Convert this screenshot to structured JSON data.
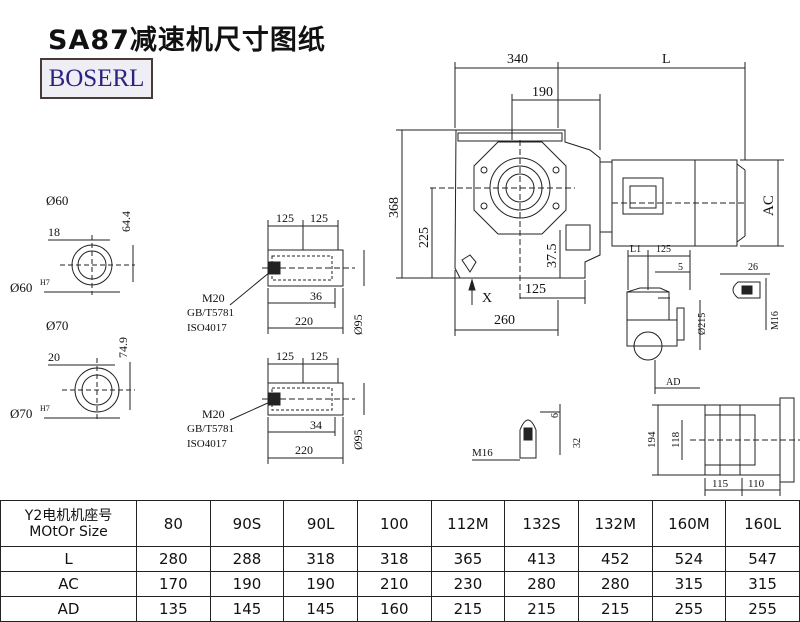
{
  "title": "SA87减速机尺寸图纸",
  "brand": "BOSERL",
  "labels": {
    "d340": "340",
    "dL": "L",
    "d190": "190",
    "d368": "368",
    "d225": "225",
    "d375": "37.5",
    "d125a": "125",
    "d260": "260",
    "dX": "X",
    "dAC": "AC",
    "s1_dia": "Ø60",
    "s1_18": "18",
    "s1_644": "64.4",
    "s1_bore": "Ø60",
    "s1_tol": "H7",
    "s2_dia": "Ø70",
    "s2_20": "20",
    "s2_749": "74.9",
    "s2_bore": "Ø70",
    "s2_tol": "H7",
    "h1_125a": "125",
    "h1_125b": "125",
    "h1_m20": "M20",
    "h1_gb": "GB/T5781",
    "h1_iso": "ISO4017",
    "h1_36": "36",
    "h1_220": "220",
    "h1_95": "Ø95",
    "h2_125a": "125",
    "h2_125b": "125",
    "h2_m20": "M20",
    "h2_gb": "GB/T5781",
    "h2_iso": "ISO4017",
    "h2_34": "34",
    "h2_220": "220",
    "h2_95": "Ø95",
    "k_l1": "L1",
    "k_125": "125",
    "k_5": "5",
    "k_26": "26",
    "k_m16": "M16",
    "k_215": "Ø215",
    "k_ad": "AD",
    "k_6": "6",
    "k_32": "32",
    "k_m16b": "M16",
    "f_194": "194",
    "f_118": "118",
    "f_115": "115",
    "f_110": "110"
  },
  "table": {
    "header_line1": "Y2电机机座号",
    "header_line2": "MOtOr Size",
    "sizes": [
      "80",
      "90S",
      "90L",
      "100",
      "112M",
      "132S",
      "132M",
      "160M",
      "160L"
    ],
    "rows": [
      {
        "label": "L",
        "values": [
          "280",
          "288",
          "318",
          "318",
          "365",
          "413",
          "452",
          "524",
          "547"
        ]
      },
      {
        "label": "AC",
        "values": [
          "170",
          "190",
          "190",
          "210",
          "230",
          "280",
          "280",
          "315",
          "315"
        ]
      },
      {
        "label": "AD",
        "values": [
          "135",
          "145",
          "145",
          "160",
          "215",
          "215",
          "215",
          "255",
          "255"
        ]
      }
    ]
  }
}
